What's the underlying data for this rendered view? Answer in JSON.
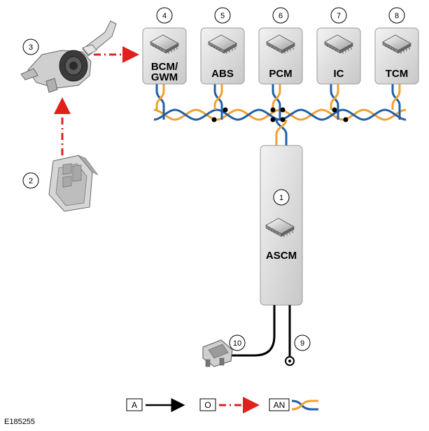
{
  "modules": [
    {
      "num": "4",
      "label_lines": [
        "BCM/",
        "GWM"
      ]
    },
    {
      "num": "5",
      "label_lines": [
        "ABS"
      ]
    },
    {
      "num": "6",
      "label_lines": [
        "PCM"
      ]
    },
    {
      "num": "7",
      "label_lines": [
        "IC"
      ]
    },
    {
      "num": "8",
      "label_lines": [
        "TCM"
      ]
    }
  ],
  "ascm": {
    "num": "1",
    "label": "ASCM"
  },
  "components": {
    "clockspring_num": "3",
    "switchpack_num": "2",
    "fuse_num": "10",
    "ground_num": "9"
  },
  "legend": [
    {
      "code": "A",
      "line": "solid-black-arrow"
    },
    {
      "code": "O",
      "line": "red-dash-dot-arrow"
    },
    {
      "code": "AN",
      "line": "twisted-pair-blue-orange"
    }
  ],
  "figure_id": "E185255",
  "colors": {
    "can_blue": "#1f5fa8",
    "can_orange": "#f0a030",
    "signal_red": "#e0201c",
    "module_fill": "#dcdcdc"
  }
}
